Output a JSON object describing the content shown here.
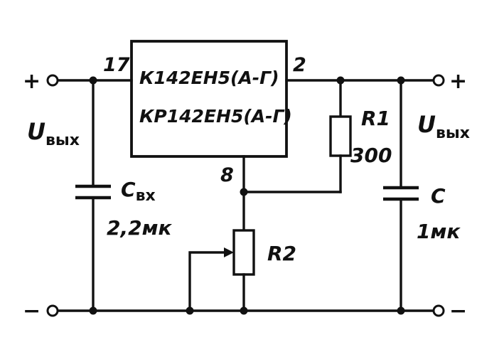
{
  "ic": {
    "line1": "К142ЕН5(А-Г)",
    "line2": "КР142ЕН5(А-Г)",
    "pin_in": "17",
    "pin_out": "2",
    "pin_adj": "8"
  },
  "left": {
    "plus": "+",
    "minus": "−",
    "voltage": {
      "main": "U",
      "sub": "вых"
    }
  },
  "right": {
    "plus": "+",
    "minus": "−",
    "voltage": {
      "main": "U",
      "sub": "вых"
    }
  },
  "c_in": {
    "name": {
      "main": "C",
      "sub": "вх"
    },
    "value": "2,2мк"
  },
  "r1": {
    "name": "R1",
    "value": "300"
  },
  "r2": {
    "name": "R2"
  },
  "c_out": {
    "name": "C",
    "value": "1мк"
  }
}
